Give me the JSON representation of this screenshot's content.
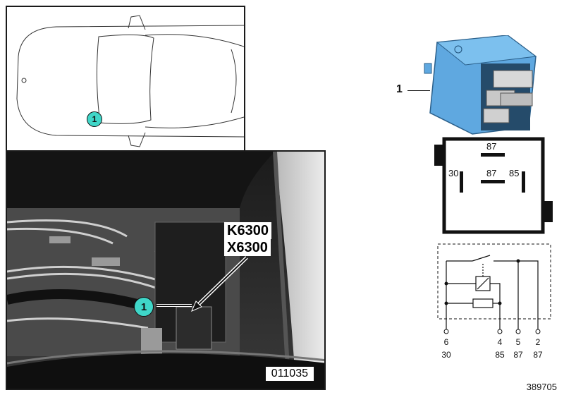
{
  "car_view": {
    "callout": "1"
  },
  "photo": {
    "callout": "1",
    "label_line1": "K6300",
    "label_line2": "X6300",
    "image_number": "011035"
  },
  "relay": {
    "part_callout": "1",
    "color": "#5fa8e0",
    "pin_layout": {
      "top": "87",
      "left": "30",
      "center": "87",
      "right": "85"
    }
  },
  "schematic": {
    "pins": [
      {
        "number": "6",
        "terminal": "30"
      },
      {
        "number": "4",
        "terminal": "85"
      },
      {
        "number": "5",
        "terminal": "87"
      },
      {
        "number": "2",
        "terminal": "87"
      }
    ]
  },
  "footer": {
    "diagram_id": "389705"
  }
}
